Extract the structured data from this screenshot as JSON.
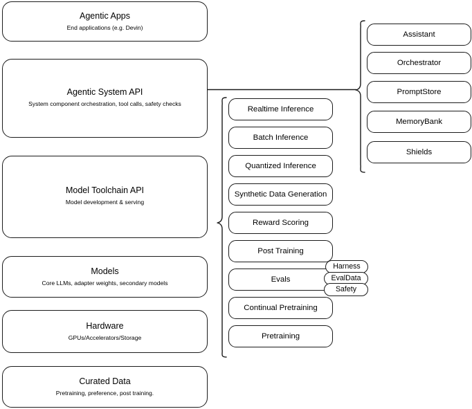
{
  "diagram": {
    "title": "Agentic stack layered architecture",
    "stroke_color": "#1a1a1a",
    "background_color": "#ffffff"
  },
  "layers": [
    {
      "title": "Agentic Apps",
      "subtitle": "End applications (e.g. Devin)"
    },
    {
      "title": "Agentic System API",
      "subtitle": "System component orchestration, tool calls, safety checks"
    },
    {
      "title": "Model Toolchain API",
      "subtitle": "Model development & serving"
    },
    {
      "title": "Models",
      "subtitle": "Core LLMs, adapter weights, secondary models"
    },
    {
      "title": "Hardware",
      "subtitle": "GPUs/Accelerators/Storage"
    },
    {
      "title": "Curated Data",
      "subtitle": "Pretraining, preference, post training."
    }
  ],
  "toolchain_capabilities": [
    {
      "label": "Realtime Inference"
    },
    {
      "label": "Batch Inference"
    },
    {
      "label": "Quantized Inference"
    },
    {
      "label": "Synthetic Data Generation"
    },
    {
      "label": "Reward Scoring"
    },
    {
      "label": "Post Training"
    },
    {
      "label": "Evals"
    },
    {
      "label": "Continual Pretraining"
    },
    {
      "label": "Pretraining"
    }
  ],
  "system_components": [
    {
      "label": "Assistant"
    },
    {
      "label": "Orchestrator"
    },
    {
      "label": "PromptStore"
    },
    {
      "label": "MemoryBank"
    },
    {
      "label": "Shields"
    }
  ],
  "eval_badges": [
    {
      "label": "Harness"
    },
    {
      "label": "EvalData"
    },
    {
      "label": "Safety"
    }
  ]
}
